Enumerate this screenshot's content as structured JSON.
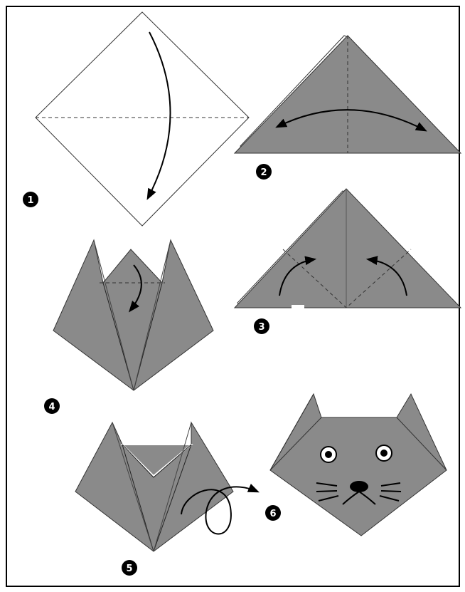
{
  "title": "",
  "colors": {
    "paper": "#8a8a8a",
    "paper_light": "#ffffff",
    "outline": "#222222",
    "marker": "#000000"
  },
  "steps": [
    {
      "number": "1"
    },
    {
      "number": "2"
    },
    {
      "number": "3"
    },
    {
      "number": "4"
    },
    {
      "number": "5"
    },
    {
      "number": "6"
    }
  ]
}
